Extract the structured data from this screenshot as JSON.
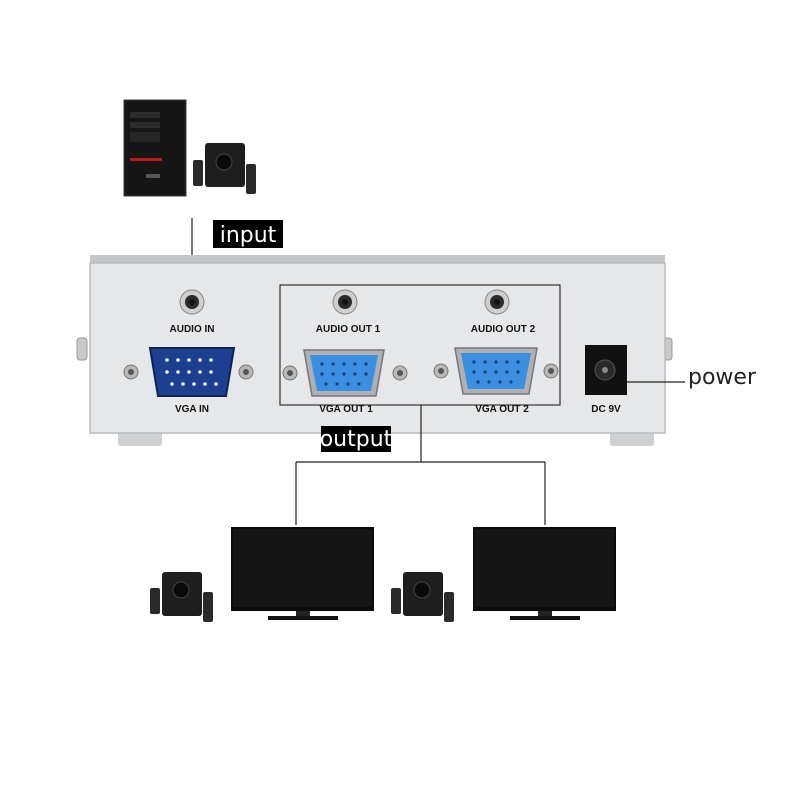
{
  "callouts": {
    "input": "input",
    "output": "output",
    "power": "power"
  },
  "ports": {
    "audio_in": "AUDIO IN",
    "vga_in": "VGA IN",
    "audio_out_1": "AUDIO OUT 1",
    "vga_out_1": "VGA OUT 1",
    "audio_out_2": "AUDIO OUT 2",
    "vga_out_2": "VGA OUT 2",
    "dc": "DC 9V"
  },
  "colors": {
    "vga_in_connector": "#1c3f8f",
    "vga_out_connector": "#3a8fe0",
    "chassis": "#e6e7e9",
    "callout_bg": "#000000"
  },
  "icons": [
    "pc-tower-icon",
    "speaker-icon",
    "monitor-icon",
    "vga-port-icon",
    "audio-jack-icon",
    "dc-jack-icon"
  ]
}
